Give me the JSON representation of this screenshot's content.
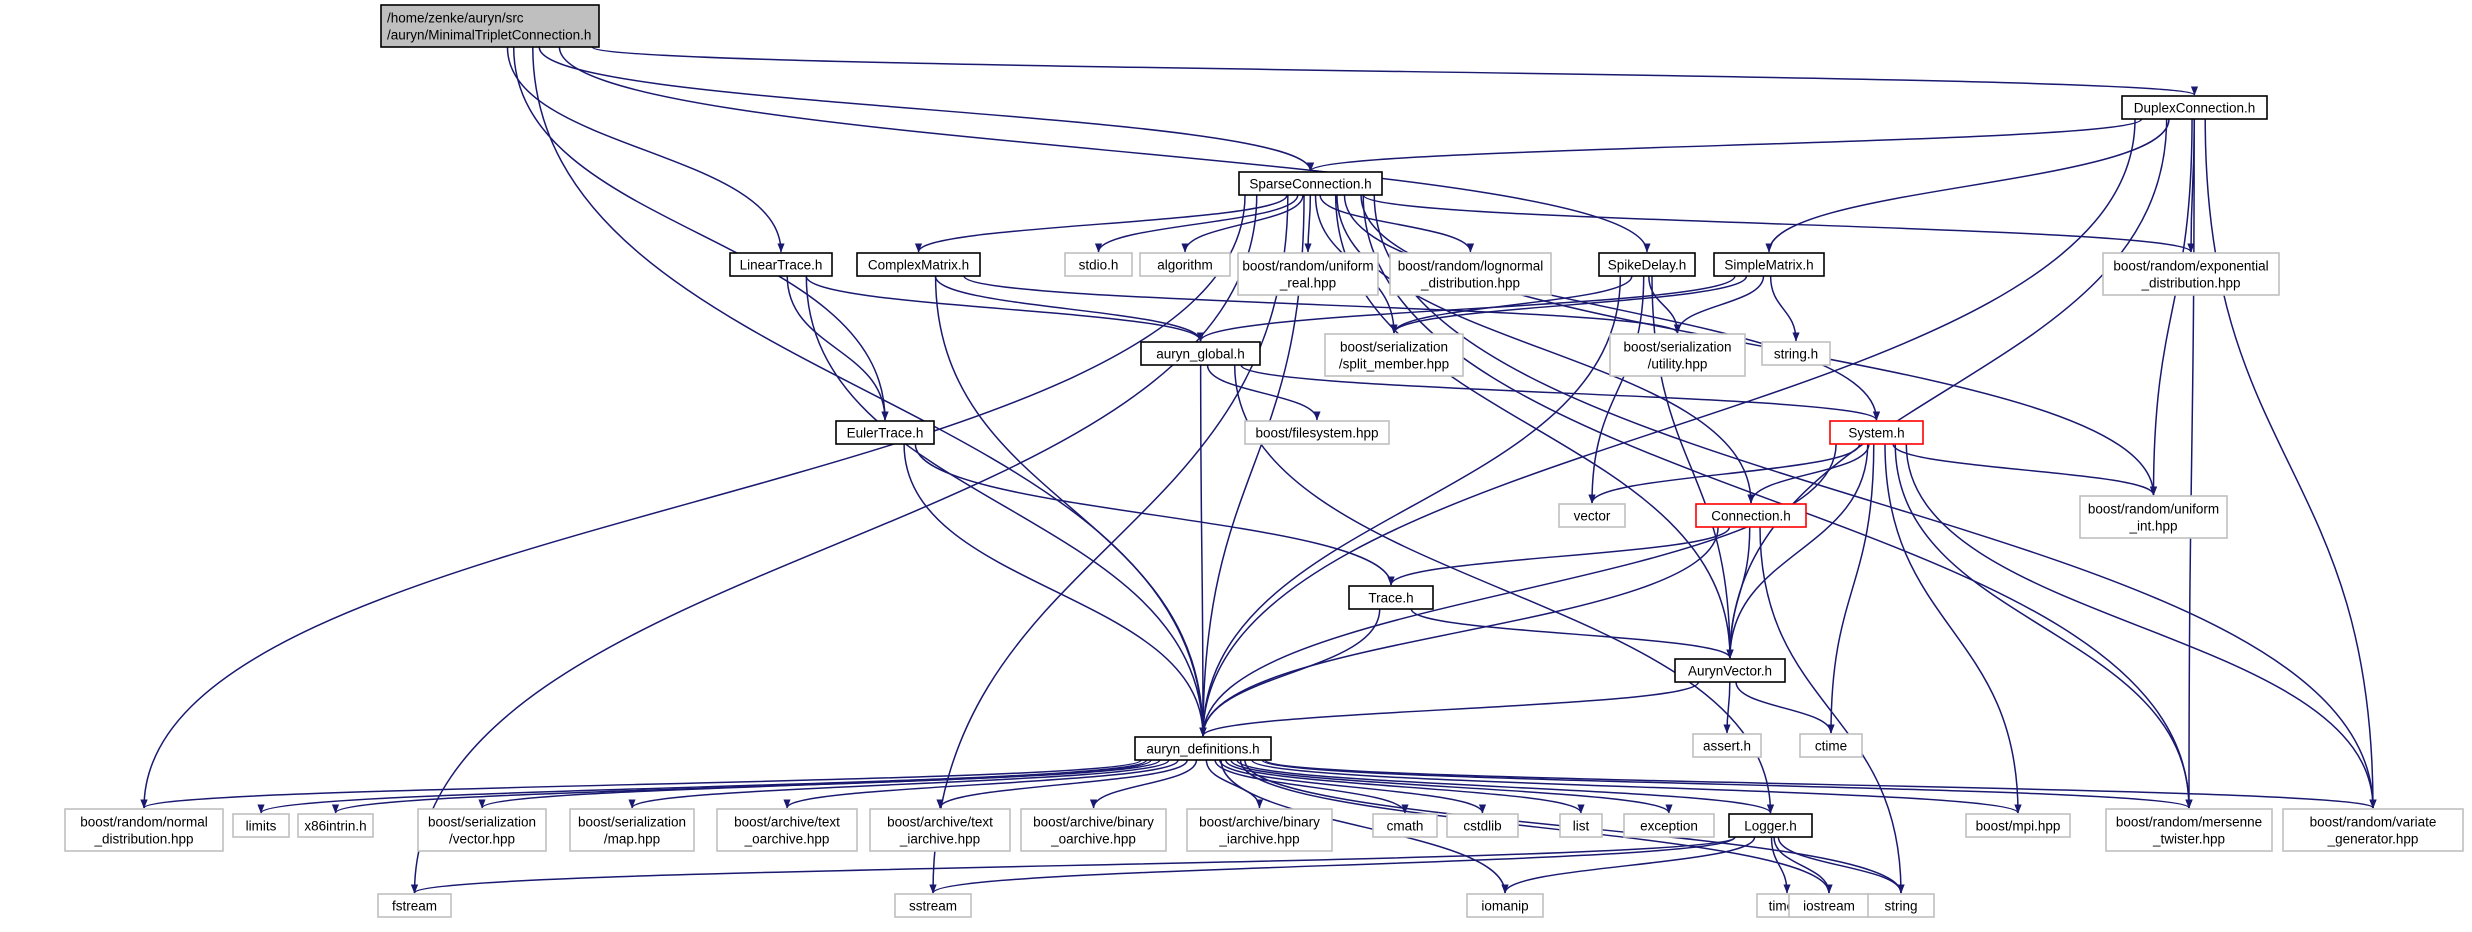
{
  "title": "/home/zenke/auryn/src/auryn/MinimalTripletConnection.h",
  "colors": {
    "edge": "#191970",
    "root_fill": "#bfbfbf",
    "header_border": "#000000",
    "truncated_border": "#ff0000",
    "system_header_border": "#bfbfbf"
  },
  "nodes": [
    {
      "id": "root",
      "lines": [
        "/home/zenke/auryn/src",
        "/auryn/MinimalTripletConnection.h"
      ],
      "kind": "root"
    },
    {
      "id": "duplex",
      "lines": [
        "DuplexConnection.h"
      ],
      "kind": "header"
    },
    {
      "id": "sparse",
      "lines": [
        "SparseConnection.h"
      ],
      "kind": "header"
    },
    {
      "id": "lineartrace",
      "lines": [
        "LinearTrace.h"
      ],
      "kind": "header"
    },
    {
      "id": "complexmatrix",
      "lines": [
        "ComplexMatrix.h"
      ],
      "kind": "header"
    },
    {
      "id": "stdio",
      "lines": [
        "stdio.h"
      ],
      "kind": "system"
    },
    {
      "id": "algorithm",
      "lines": [
        "algorithm"
      ],
      "kind": "system"
    },
    {
      "id": "uniform_real",
      "lines": [
        "boost/random/uniform",
        "_real.hpp"
      ],
      "kind": "system"
    },
    {
      "id": "lognormal",
      "lines": [
        "boost/random/lognormal",
        "_distribution.hpp"
      ],
      "kind": "system"
    },
    {
      "id": "spikedelay",
      "lines": [
        "SpikeDelay.h"
      ],
      "kind": "header"
    },
    {
      "id": "simplematrix",
      "lines": [
        "SimpleMatrix.h"
      ],
      "kind": "header"
    },
    {
      "id": "exponential",
      "lines": [
        "boost/random/exponential",
        "_distribution.hpp"
      ],
      "kind": "system"
    },
    {
      "id": "auryn_global",
      "lines": [
        "auryn_global.h"
      ],
      "kind": "header"
    },
    {
      "id": "split_member",
      "lines": [
        "boost/serialization",
        "/split_member.hpp"
      ],
      "kind": "system"
    },
    {
      "id": "utility",
      "lines": [
        "boost/serialization",
        "/utility.hpp"
      ],
      "kind": "system"
    },
    {
      "id": "string_h",
      "lines": [
        "string.h"
      ],
      "kind": "system"
    },
    {
      "id": "eulertrace",
      "lines": [
        "EulerTrace.h"
      ],
      "kind": "header"
    },
    {
      "id": "filesystem",
      "lines": [
        "boost/filesystem.hpp"
      ],
      "kind": "system"
    },
    {
      "id": "system",
      "lines": [
        "System.h"
      ],
      "kind": "truncated"
    },
    {
      "id": "vector",
      "lines": [
        "vector"
      ],
      "kind": "system"
    },
    {
      "id": "connection",
      "lines": [
        "Connection.h"
      ],
      "kind": "truncated"
    },
    {
      "id": "uniform_int",
      "lines": [
        "boost/random/uniform",
        "_int.hpp"
      ],
      "kind": "system"
    },
    {
      "id": "trace",
      "lines": [
        "Trace.h"
      ],
      "kind": "header"
    },
    {
      "id": "aurynvector",
      "lines": [
        "AurynVector.h"
      ],
      "kind": "header"
    },
    {
      "id": "assert",
      "lines": [
        "assert.h"
      ],
      "kind": "system"
    },
    {
      "id": "ctime",
      "lines": [
        "ctime"
      ],
      "kind": "system"
    },
    {
      "id": "auryn_defs",
      "lines": [
        "auryn_definitions.h"
      ],
      "kind": "header"
    },
    {
      "id": "normal",
      "lines": [
        "boost/random/normal",
        "_distribution.hpp"
      ],
      "kind": "system"
    },
    {
      "id": "limits",
      "lines": [
        "limits"
      ],
      "kind": "system"
    },
    {
      "id": "x86intrin",
      "lines": [
        "x86intrin.h"
      ],
      "kind": "system"
    },
    {
      "id": "ser_vector",
      "lines": [
        "boost/serialization",
        "/vector.hpp"
      ],
      "kind": "system"
    },
    {
      "id": "ser_map",
      "lines": [
        "boost/serialization",
        "/map.hpp"
      ],
      "kind": "system"
    },
    {
      "id": "text_oarchive",
      "lines": [
        "boost/archive/text",
        "_oarchive.hpp"
      ],
      "kind": "system"
    },
    {
      "id": "text_iarchive",
      "lines": [
        "boost/archive/text",
        "_iarchive.hpp"
      ],
      "kind": "system"
    },
    {
      "id": "binary_oarchive",
      "lines": [
        "boost/archive/binary",
        "_oarchive.hpp"
      ],
      "kind": "system"
    },
    {
      "id": "binary_iarchive",
      "lines": [
        "boost/archive/binary",
        "_iarchive.hpp"
      ],
      "kind": "system"
    },
    {
      "id": "cmath",
      "lines": [
        "cmath"
      ],
      "kind": "system"
    },
    {
      "id": "cstdlib",
      "lines": [
        "cstdlib"
      ],
      "kind": "system"
    },
    {
      "id": "list",
      "lines": [
        "list"
      ],
      "kind": "system"
    },
    {
      "id": "exception",
      "lines": [
        "exception"
      ],
      "kind": "system"
    },
    {
      "id": "logger",
      "lines": [
        "Logger.h"
      ],
      "kind": "header"
    },
    {
      "id": "mpi",
      "lines": [
        "boost/mpi.hpp"
      ],
      "kind": "system"
    },
    {
      "id": "mersenne",
      "lines": [
        "boost/random/mersenne",
        "_twister.hpp"
      ],
      "kind": "system"
    },
    {
      "id": "variate",
      "lines": [
        "boost/random/variate",
        "_generator.hpp"
      ],
      "kind": "system"
    },
    {
      "id": "fstream",
      "lines": [
        "fstream"
      ],
      "kind": "system"
    },
    {
      "id": "sstream",
      "lines": [
        "sstream"
      ],
      "kind": "system"
    },
    {
      "id": "iomanip",
      "lines": [
        "iomanip"
      ],
      "kind": "system"
    },
    {
      "id": "time_h",
      "lines": [
        "time.h"
      ],
      "kind": "system"
    },
    {
      "id": "iostream",
      "lines": [
        "iostream"
      ],
      "kind": "system"
    },
    {
      "id": "string",
      "lines": [
        "string"
      ],
      "kind": "system"
    }
  ],
  "edges": [
    [
      "root",
      "duplex"
    ],
    [
      "root",
      "sparse"
    ],
    [
      "root",
      "lineartrace"
    ],
    [
      "root",
      "spikedelay"
    ],
    [
      "root",
      "eulertrace"
    ],
    [
      "root",
      "auryn_defs"
    ],
    [
      "duplex",
      "sparse"
    ],
    [
      "duplex",
      "simplematrix"
    ],
    [
      "duplex",
      "exponential"
    ],
    [
      "duplex",
      "uniform_int"
    ],
    [
      "duplex",
      "aurynvector"
    ],
    [
      "duplex",
      "mersenne"
    ],
    [
      "duplex",
      "variate"
    ],
    [
      "duplex",
      "auryn_defs"
    ],
    [
      "sparse",
      "complexmatrix"
    ],
    [
      "sparse",
      "stdio"
    ],
    [
      "sparse",
      "algorithm"
    ],
    [
      "sparse",
      "uniform_real"
    ],
    [
      "sparse",
      "lognormal"
    ],
    [
      "sparse",
      "exponential"
    ],
    [
      "sparse",
      "split_member"
    ],
    [
      "sparse",
      "system"
    ],
    [
      "sparse",
      "connection"
    ],
    [
      "sparse",
      "uniform_int"
    ],
    [
      "sparse",
      "aurynvector"
    ],
    [
      "sparse",
      "auryn_defs"
    ],
    [
      "sparse",
      "normal"
    ],
    [
      "sparse",
      "fstream"
    ],
    [
      "sparse",
      "sstream"
    ],
    [
      "sparse",
      "mersenne"
    ],
    [
      "sparse",
      "variate"
    ],
    [
      "lineartrace",
      "auryn_global"
    ],
    [
      "lineartrace",
      "eulertrace"
    ],
    [
      "lineartrace",
      "auryn_defs"
    ],
    [
      "complexmatrix",
      "auryn_global"
    ],
    [
      "complexmatrix",
      "utility"
    ],
    [
      "complexmatrix",
      "auryn_defs"
    ],
    [
      "spikedelay",
      "split_member"
    ],
    [
      "spikedelay",
      "utility"
    ],
    [
      "spikedelay",
      "vector"
    ],
    [
      "spikedelay",
      "aurynvector"
    ],
    [
      "spikedelay",
      "auryn_defs"
    ],
    [
      "simplematrix",
      "auryn_global"
    ],
    [
      "simplematrix",
      "split_member"
    ],
    [
      "simplematrix",
      "utility"
    ],
    [
      "simplematrix",
      "string_h"
    ],
    [
      "auryn_global",
      "filesystem"
    ],
    [
      "auryn_global",
      "system"
    ],
    [
      "auryn_global",
      "auryn_defs"
    ],
    [
      "auryn_global",
      "logger"
    ],
    [
      "eulertrace",
      "trace"
    ],
    [
      "eulertrace",
      "auryn_defs"
    ],
    [
      "system",
      "vector"
    ],
    [
      "system",
      "connection"
    ],
    [
      "system",
      "uniform_int"
    ],
    [
      "system",
      "aurynvector"
    ],
    [
      "system",
      "ctime"
    ],
    [
      "system",
      "auryn_defs"
    ],
    [
      "system",
      "mpi"
    ],
    [
      "system",
      "mersenne"
    ],
    [
      "system",
      "variate"
    ],
    [
      "connection",
      "trace"
    ],
    [
      "connection",
      "aurynvector"
    ],
    [
      "connection",
      "auryn_defs"
    ],
    [
      "connection",
      "string"
    ],
    [
      "trace",
      "aurynvector"
    ],
    [
      "trace",
      "auryn_defs"
    ],
    [
      "aurynvector",
      "assert"
    ],
    [
      "aurynvector",
      "ctime"
    ],
    [
      "aurynvector",
      "auryn_defs"
    ],
    [
      "auryn_defs",
      "normal"
    ],
    [
      "auryn_defs",
      "limits"
    ],
    [
      "auryn_defs",
      "x86intrin"
    ],
    [
      "auryn_defs",
      "ser_vector"
    ],
    [
      "auryn_defs",
      "ser_map"
    ],
    [
      "auryn_defs",
      "text_oarchive"
    ],
    [
      "auryn_defs",
      "text_iarchive"
    ],
    [
      "auryn_defs",
      "binary_oarchive"
    ],
    [
      "auryn_defs",
      "binary_iarchive"
    ],
    [
      "auryn_defs",
      "cmath"
    ],
    [
      "auryn_defs",
      "cstdlib"
    ],
    [
      "auryn_defs",
      "list"
    ],
    [
      "auryn_defs",
      "exception"
    ],
    [
      "auryn_defs",
      "logger"
    ],
    [
      "auryn_defs",
      "mpi"
    ],
    [
      "auryn_defs",
      "mersenne"
    ],
    [
      "auryn_defs",
      "variate"
    ],
    [
      "auryn_defs",
      "iomanip"
    ],
    [
      "auryn_defs",
      "iostream"
    ],
    [
      "auryn_defs",
      "string"
    ],
    [
      "logger",
      "fstream"
    ],
    [
      "logger",
      "sstream"
    ],
    [
      "logger",
      "iomanip"
    ],
    [
      "logger",
      "time_h"
    ],
    [
      "logger",
      "iostream"
    ],
    [
      "logger",
      "string"
    ]
  ]
}
